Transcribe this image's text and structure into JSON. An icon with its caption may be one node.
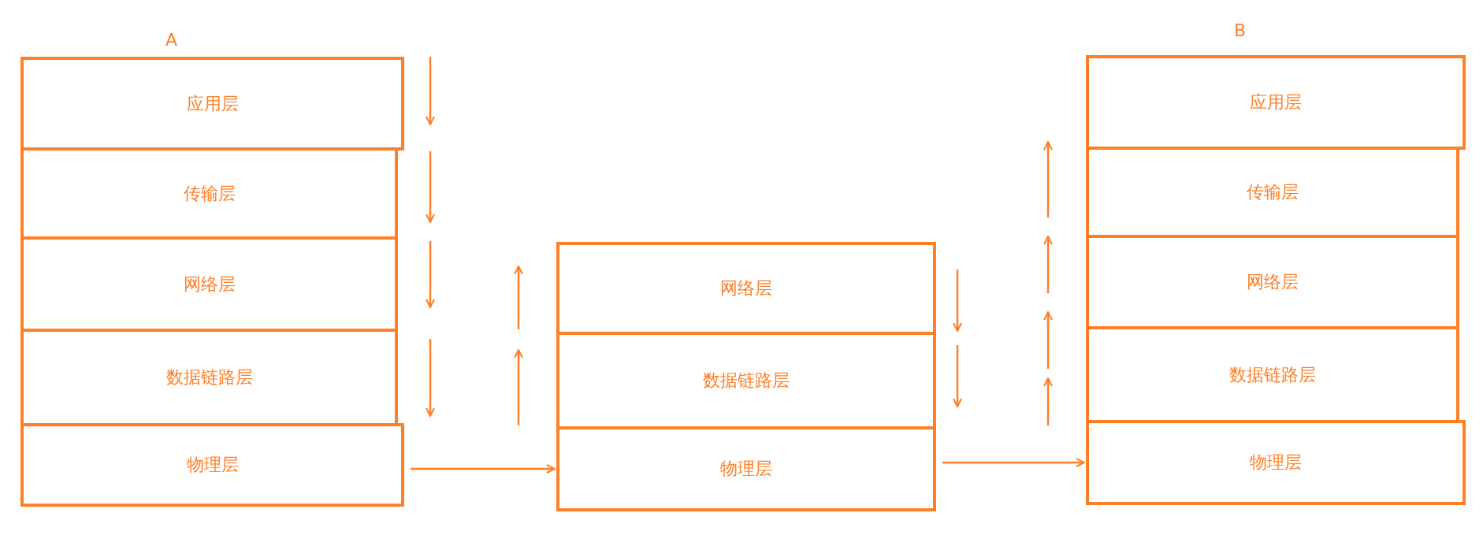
{
  "diagram": {
    "nodes": [
      {
        "text": [
          "应用层"
        ]
      },
      {
        "text": [
          "传输层"
        ]
      },
      {
        "text": [
          "网络层"
        ]
      },
      {
        "text": [
          "数据链路层"
        ]
      },
      {
        "text": [
          "物理层"
        ]
      },
      {
        "text": [
          "网络层"
        ]
      },
      {
        "text": [
          "数据链路层"
        ]
      },
      {
        "text": [
          "物理层"
        ]
      },
      {
        "text": [
          "应用层"
        ]
      },
      {
        "text": [
          "传输层"
        ]
      },
      {
        "text": [
          "网络层"
        ]
      },
      {
        "text": [
          "数据链路层"
        ]
      },
      {
        "text": [
          "物理层"
        ]
      }
    ],
    "edges": [
      {
        "from": 4,
        "to": 7,
        "arrow": "to"
      },
      {
        "from": 7,
        "to": 12,
        "arrow": "to"
      }
    ],
    "labels": [
      "A",
      "B"
    ]
  }
}
